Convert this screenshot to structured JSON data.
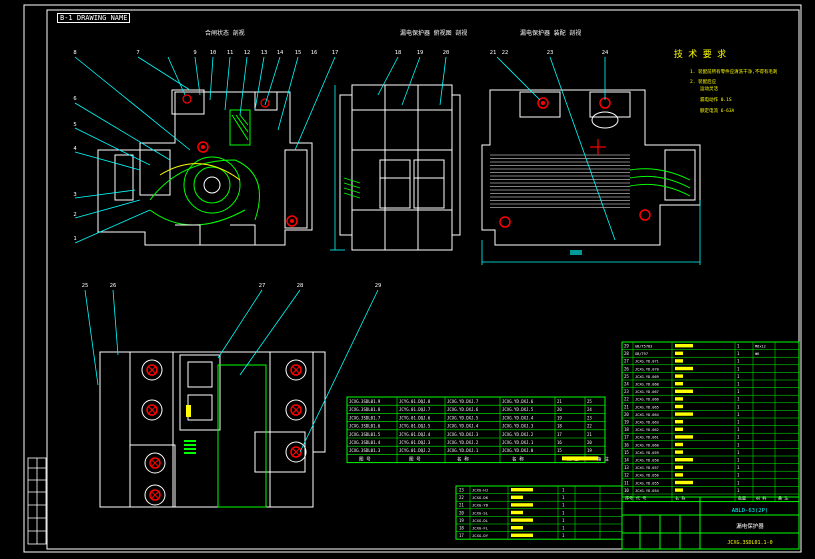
{
  "sheet_tag": "B-1 DRAWING NAME",
  "view_titles": {
    "front": "合闸状态  剖视",
    "side": "漏电保护器  俯视图  剖视",
    "rear": "漏电保护器  装配  剖视"
  },
  "tech_req": {
    "title": "技 术 要 求",
    "lines": [
      "1. 装配前所有零件应清洗干净,不得有毛刺",
      "2. 装配后应",
      "   运动灵活",
      "   漏电动作 0.1S",
      "   额定电流 6-63A"
    ]
  },
  "balloons_front": [
    "8",
    "7",
    "6",
    "5",
    "4",
    "3",
    "2",
    "1",
    "9",
    "10",
    "11",
    "12",
    "13",
    "14",
    "15",
    "16",
    "17"
  ],
  "balloons_side": [
    "18",
    "19",
    "20"
  ],
  "balloons_rear": [
    "21",
    "22",
    "23",
    "24"
  ],
  "balloons_bottom": [
    "25",
    "26",
    "27",
    "28",
    "29"
  ],
  "labels_table": {
    "rows": [
      [
        "JCXG.3SDL01.9",
        "JCYG.01.DQJ.8",
        "JCXG.YD.DXJ.7",
        "JCXG.YD.DXJ.6",
        "21",
        "25"
      ],
      [
        "JCXG.3SDL01.8",
        "JCYG.01.DQJ.7",
        "JCXG.YD.DXJ.6",
        "JCXG.YD.DXJ.5",
        "20",
        "24"
      ],
      [
        "JCXG.3SDL01.7",
        "JCYG.01.DQJ.6",
        "JCXG.YD.DXJ.5",
        "JCXG.YD.DXJ.4",
        "19",
        "23"
      ],
      [
        "JCXG.3SDL01.6",
        "JCYG.01.DQJ.5",
        "JCXG.YD.DXJ.4",
        "JCXG.YD.DXJ.3",
        "18",
        "22"
      ],
      [
        "JCXG.3SDL01.5",
        "JCYG.01.DQJ.4",
        "JCXG.YD.DXJ.3",
        "JCXG.YD.DXJ.2",
        "17",
        "21"
      ],
      [
        "JCXG.3SDL01.4",
        "JCYG.01.DQJ.3",
        "JCXG.YD.DXJ.2",
        "JCXG.YD.DXJ.1",
        "16",
        "20"
      ],
      [
        "JCXG.3SDL01.3",
        "JCYG.01.DQJ.2",
        "JCXG.YD.DXJ.1",
        "JCXG.YD.DXJ.0",
        "15",
        "19"
      ]
    ],
    "header": [
      "图 号",
      "图 号",
      "名 称",
      "名 称",
      "数 量",
      "备 注"
    ]
  },
  "parts_list": {
    "rows": [
      [
        "29",
        "GB/T5783",
        "M6x12"
      ],
      [
        "28",
        "GB/T97",
        "Φ6"
      ],
      [
        "27",
        "JCXG.YD.071",
        ""
      ],
      [
        "26",
        "JCXG.YD.070",
        ""
      ],
      [
        "25",
        "JCXG.YD.069",
        ""
      ],
      [
        "24",
        "JCXG.YD.068",
        ""
      ],
      [
        "23",
        "JCXG.YD.067",
        ""
      ],
      [
        "22",
        "JCXG.YD.066",
        ""
      ],
      [
        "21",
        "JCXG.YD.065",
        ""
      ],
      [
        "20",
        "JCXG.YD.064",
        ""
      ],
      [
        "19",
        "JCXG.YD.063",
        ""
      ],
      [
        "18",
        "JCXG.YD.062",
        ""
      ],
      [
        "17",
        "JCXG.YD.061",
        ""
      ],
      [
        "16",
        "JCXG.YD.060",
        ""
      ],
      [
        "15",
        "JCXG.YD.059",
        ""
      ],
      [
        "14",
        "JCXG.YD.058",
        ""
      ],
      [
        "13",
        "JCXG.YD.057",
        ""
      ],
      [
        "12",
        "JCXG.YD.056",
        ""
      ],
      [
        "11",
        "JCXG.YD.055",
        ""
      ],
      [
        "10",
        "JCXG.YD.054",
        ""
      ]
    ],
    "header": [
      "序号",
      "代 号",
      "名 称",
      "数量",
      "材 料",
      "备 注"
    ]
  },
  "title_block": {
    "name": "ABLD-63(2P)",
    "subtitle": "漏电保护器",
    "code": "JCXG.3SDL01.1-0"
  },
  "lower_parts": {
    "rows": [
      [
        "23",
        "JCXG-HJ"
      ],
      [
        "22",
        "JCXG-DK"
      ],
      [
        "21",
        "JCXG-YD"
      ],
      [
        "20",
        "JCXG-SL"
      ],
      [
        "19",
        "JCXG-DL"
      ],
      [
        "18",
        "JCXG-FL"
      ],
      [
        "17",
        "JCXG-DY"
      ]
    ]
  },
  "colors": {
    "line": "#ffffff",
    "leader": "#00ffff",
    "table": "#00ff00",
    "hatch": "#00ff00",
    "hole": "#ff0000",
    "text_yellow": "#ffff00"
  }
}
